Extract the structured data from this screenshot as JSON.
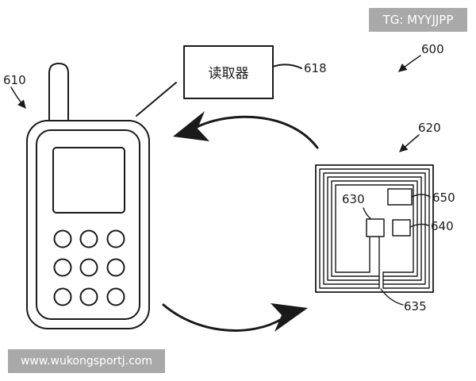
{
  "corner_tag": "TG: MYYJJPP",
  "watermark": "www.wukongsportj.com",
  "labels": {
    "system": "600",
    "phone": "610",
    "reader_box": "读取器",
    "reader": "618",
    "tag": "620",
    "chip": "630",
    "antenna": "635",
    "component_640": "640",
    "component_650": "650"
  }
}
